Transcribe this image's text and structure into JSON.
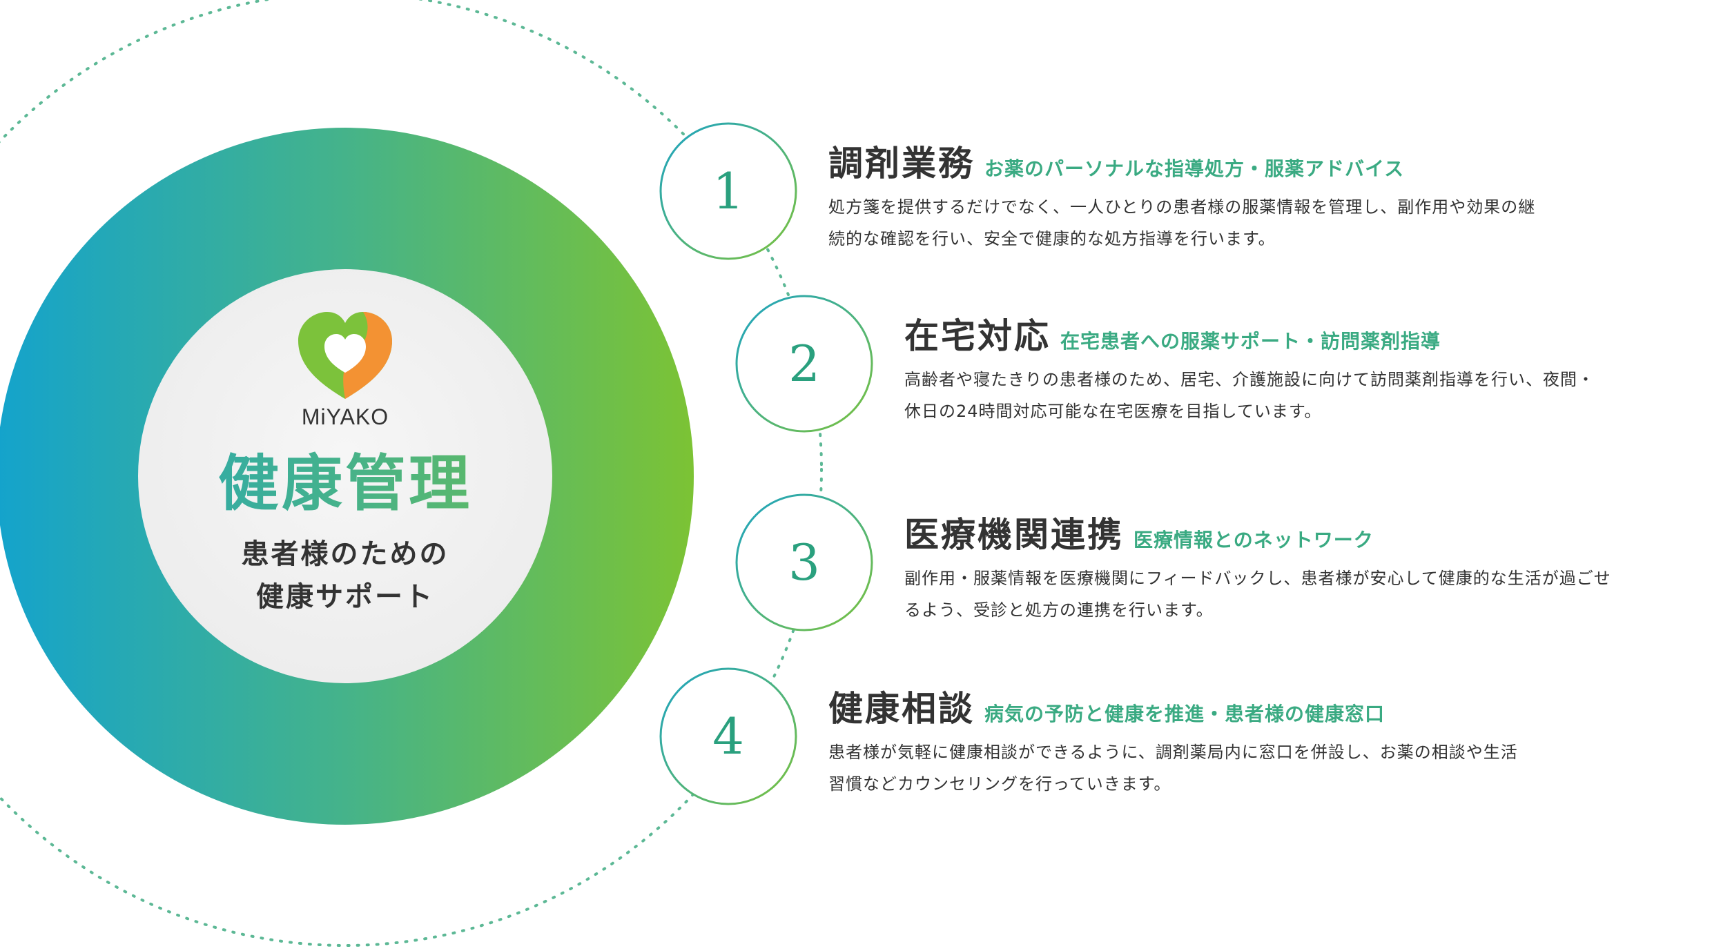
{
  "brand": {
    "name": "MiYAKO",
    "colors": {
      "ring_start": "#14a3cc",
      "ring_end": "#7cc334",
      "heart_green": "#7cc23b",
      "heart_orange": "#f39233",
      "accent_text": "#3aaa82",
      "number_text": "#2aa07e"
    }
  },
  "center": {
    "title": "健康管理",
    "subtitle_lines": [
      "患者様のための",
      "健康サポート"
    ],
    "logo_icon": "heart-logo-icon"
  },
  "services": [
    {
      "number": "1",
      "title": "調剤業務",
      "tagline": "お薬のパーソナルな指導処方・服薬アドバイス",
      "description_lines": [
        "処方箋を提供するだけでなく、一人ひとりの患者様の服薬情報を管理し、副作用や効果の継",
        "続的な確認を行い、安全で健康的な処方指導を行います。"
      ]
    },
    {
      "number": "2",
      "title": "在宅対応",
      "tagline": "在宅患者への服薬サポート・訪問薬剤指導",
      "description_lines": [
        "高齢者や寝たきりの患者様のため、居宅、介護施設に向けて訪問薬剤指導を行い、夜間・",
        "休日の24時間対応可能な在宅医療を目指しています。"
      ]
    },
    {
      "number": "3",
      "title": "医療機関連携",
      "tagline": "医療情報とのネットワーク",
      "description_lines": [
        "副作用・服薬情報を医療機関にフィードバックし、患者様が安心して健康的な生活が過ごせ",
        "るよう、受診と処方の連携を行います。"
      ]
    },
    {
      "number": "4",
      "title": "健康相談",
      "tagline": "病気の予防と健康を推進・患者様の健康窓口",
      "description_lines": [
        "患者様が気軽に健康相談ができるように、調剤薬局内に窓口を併設し、お薬の相談や生活",
        "習慣などカウンセリングを行っていきます。"
      ]
    }
  ]
}
